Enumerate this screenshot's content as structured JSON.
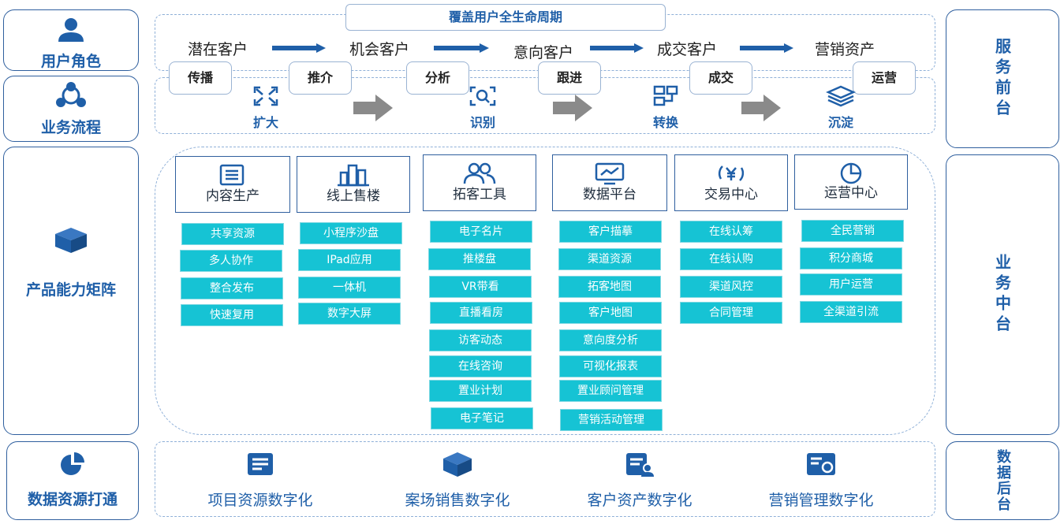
{
  "left_labels": [
    {
      "id": "user",
      "label": "用户角色",
      "icon": "user-icon"
    },
    {
      "id": "flow",
      "label": "业务流程",
      "icon": "network-icon"
    },
    {
      "id": "matrix",
      "label": "产品能力矩阵",
      "icon": "cube-icon"
    },
    {
      "id": "data",
      "label": "数据资源打通",
      "icon": "pie-icon"
    }
  ],
  "right_labels": [
    {
      "id": "front",
      "label": "服务前台"
    },
    {
      "id": "middle",
      "label": "业务中台"
    },
    {
      "id": "back",
      "label": "数据后台"
    }
  ],
  "lifecycle": {
    "title": "覆盖用户全生命周期",
    "stages": [
      "潜在客户",
      "机会客户",
      "意向客户",
      "成交客户",
      "营销资产"
    ],
    "tags": [
      "传播",
      "推介",
      "分析",
      "跟进",
      "成交",
      "运营"
    ]
  },
  "process": {
    "steps": [
      {
        "label": "扩大",
        "icon": "expand-icon"
      },
      {
        "label": "识别",
        "icon": "scan-icon"
      },
      {
        "label": "转换",
        "icon": "convert-icon"
      },
      {
        "label": "沉淀",
        "icon": "layers-icon"
      }
    ]
  },
  "matrix": {
    "columns": [
      {
        "title": "内容生产",
        "icon": "document-list-icon",
        "items": [
          "共享资源",
          "多人协作",
          "整合发布",
          "快速复用"
        ]
      },
      {
        "title": "线上售楼",
        "icon": "buildings-icon",
        "items": [
          "小程序沙盘",
          "IPad应用",
          "一体机",
          "数字大屏"
        ]
      },
      {
        "title": "拓客工具",
        "icon": "users-icon",
        "items": [
          "电子名片",
          "推楼盘",
          "VR带看",
          "直播看房",
          "访客动态",
          "在线咨询",
          "置业计划",
          "电子笔记"
        ]
      },
      {
        "title": "数据平台",
        "icon": "monitor-chart-icon",
        "items": [
          "客户描摹",
          "渠道资源",
          "拓客地图",
          "客户地图",
          "意向度分析",
          "可视化报表",
          "置业顾问管理",
          "营销活动管理"
        ]
      },
      {
        "title": "交易中心",
        "icon": "yuan-cycle-icon",
        "items": [
          "在线认筹",
          "在线认购",
          "渠道风控",
          "合同管理"
        ]
      },
      {
        "title": "运营中心",
        "icon": "pie-chart-icon",
        "items": [
          "全民营销",
          "积分商城",
          "用户运营",
          "全渠道引流"
        ]
      }
    ]
  },
  "data_layer": {
    "items": [
      {
        "label": "项目资源数字化",
        "icon": "project-doc-icon"
      },
      {
        "label": "案场销售数字化",
        "icon": "box-icon"
      },
      {
        "label": "客户资产数字化",
        "icon": "customer-doc-icon"
      },
      {
        "label": "营销管理数字化",
        "icon": "marketing-card-icon"
      }
    ]
  },
  "colors": {
    "accent": "#1f5fa8",
    "cell": "#16c3d4",
    "border": "#2f5f9e",
    "arrow_gray": "#8a8a8a"
  }
}
